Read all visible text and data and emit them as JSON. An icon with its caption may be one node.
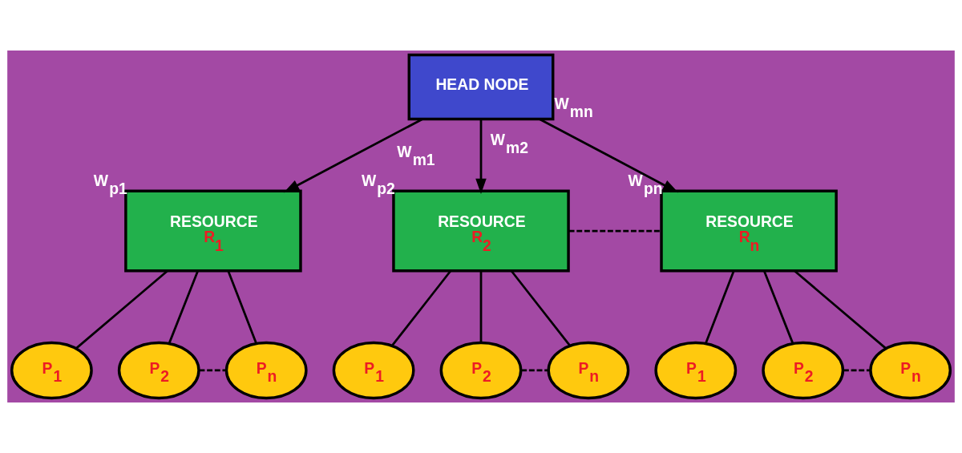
{
  "diagram": {
    "nodes": [
      {
        "text": [
          "HEAD NODE"
        ]
      },
      {
        "text": [
          "RESOURCE",
          "R$_{1}$"
        ],
        "beside": [
          "W$_{p1}$"
        ]
      },
      {
        "text": [
          "RESOURCE",
          "R$_{2}$"
        ],
        "beside": [
          "W$_{p2}$"
        ]
      },
      {
        "text": [
          "RESOURCE",
          "R$_{n}$"
        ],
        "beside": [
          "W$_{pn}$"
        ]
      },
      {
        "text": [
          "P$_{1}$"
        ]
      },
      {
        "text": [
          "P$_{2}$"
        ]
      },
      {
        "text": [
          "P$_{n}$"
        ]
      },
      {
        "text": [
          "P$_{1}$"
        ]
      },
      {
        "text": [
          "P$_{2}$"
        ]
      },
      {
        "text": [
          "P$_{n}$"
        ]
      },
      {
        "text": [
          "P$_{1}$"
        ]
      },
      {
        "text": [
          "P$_{2}$"
        ]
      },
      {
        "text": [
          "P$_{n}$"
        ]
      }
    ],
    "edges": [
      {
        "from": 0,
        "to": 1,
        "arrow": "to",
        "label": "W$_{m1}$"
      },
      {
        "from": 0,
        "to": 2,
        "arrow": "to",
        "label": "W$_{m2}$"
      },
      {
        "from": 0,
        "to": 3,
        "arrow": "to",
        "label": "W$_{mn}$"
      },
      {
        "from": 2,
        "to": 3,
        "arrow": "none",
        "style": "dashed"
      },
      {
        "from": 1,
        "to": 4,
        "arrow": "none"
      },
      {
        "from": 1,
        "to": 5,
        "arrow": "none"
      },
      {
        "from": 1,
        "to": 6,
        "arrow": "none"
      },
      {
        "from": 5,
        "to": 6,
        "arrow": "none",
        "style": "dashed"
      },
      {
        "from": 2,
        "to": 7,
        "arrow": "none"
      },
      {
        "from": 2,
        "to": 8,
        "arrow": "none"
      },
      {
        "from": 2,
        "to": 9,
        "arrow": "none"
      },
      {
        "from": 8,
        "to": 9,
        "arrow": "none",
        "style": "dashed"
      },
      {
        "from": 3,
        "to": 10,
        "arrow": "none"
      },
      {
        "from": 3,
        "to": 11,
        "arrow": "none"
      },
      {
        "from": 3,
        "to": 12,
        "arrow": "none"
      },
      {
        "from": 11,
        "to": 12,
        "arrow": "none",
        "style": "dashed"
      }
    ]
  }
}
